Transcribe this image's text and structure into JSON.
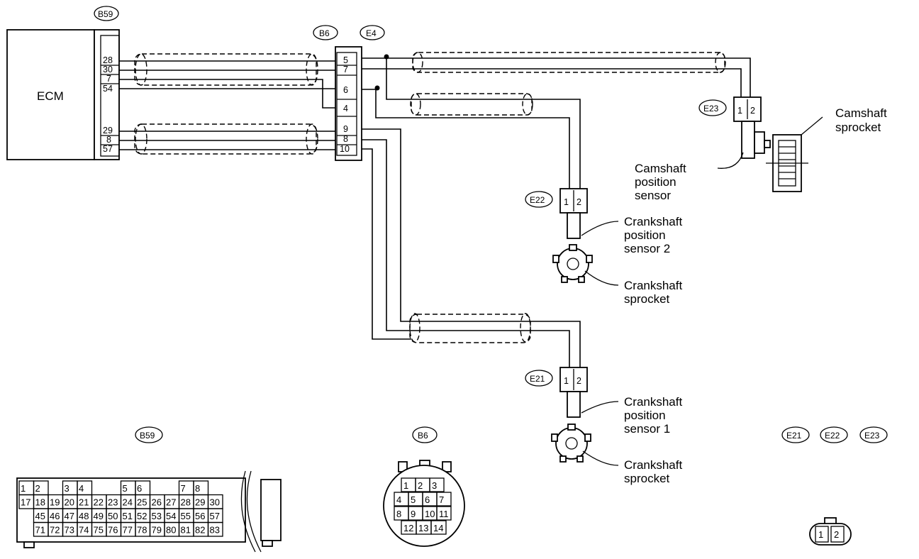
{
  "ecm": {
    "label": "ECM"
  },
  "connectors": {
    "b59": "B59",
    "b6": "B6",
    "e4": "E4",
    "e21": "E21",
    "e22": "E22",
    "e23": "E23"
  },
  "ecm_pins": [
    "28",
    "30",
    "7",
    "54",
    "29",
    "8",
    "57"
  ],
  "b6_pins": [
    "5",
    "7",
    "6",
    "4",
    "9",
    "8",
    "10"
  ],
  "sensor_pins": [
    "1",
    "2"
  ],
  "labels": {
    "cam_sprocket": [
      "Camshaft",
      "sprocket"
    ],
    "cam_sensor": [
      "Camshaft",
      "position",
      "sensor"
    ],
    "crank2_sensor": [
      "Crankshaft",
      "position",
      "sensor  2"
    ],
    "crank2_sprocket": [
      "Crankshaft",
      "sprocket"
    ],
    "crank1_sensor": [
      "Crankshaft",
      "position",
      "sensor  1"
    ],
    "crank1_sprocket": [
      "Crankshaft",
      "sprocket"
    ]
  },
  "b59_face": {
    "row1": [
      "1",
      "2",
      "",
      "3",
      "4",
      "",
      "",
      "5",
      "6",
      "",
      "",
      "7",
      "8"
    ],
    "row2": [
      "17",
      "18",
      "19",
      "20",
      "21",
      "22",
      "23",
      "24",
      "25",
      "26",
      "27",
      "28",
      "29",
      "30"
    ],
    "row3": [
      "",
      "45",
      "46",
      "47",
      "48",
      "49",
      "50",
      "51",
      "52",
      "53",
      "54",
      "55",
      "56",
      "57"
    ],
    "row4": [
      "",
      "71",
      "72",
      "73",
      "74",
      "75",
      "76",
      "77",
      "78",
      "79",
      "80",
      "81",
      "82",
      "83"
    ]
  },
  "b6_face": {
    "row1": [
      "1",
      "2",
      "3"
    ],
    "row2": [
      "4",
      "5",
      "6",
      "7"
    ],
    "row3": [
      "8",
      "9",
      "10",
      "11"
    ],
    "row4": [
      "12",
      "13",
      "14"
    ]
  },
  "e_face": {
    "pins": [
      "1",
      "2"
    ]
  }
}
